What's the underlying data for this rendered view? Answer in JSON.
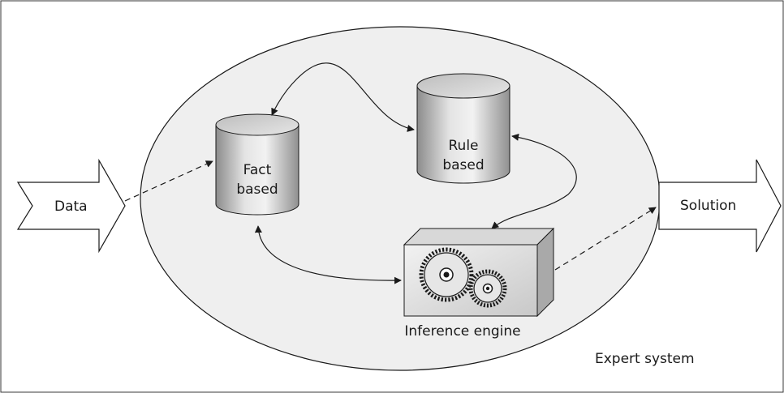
{
  "diagram": {
    "input_arrow": {
      "label": "Data"
    },
    "output_arrow": {
      "label": "Solution"
    },
    "fact_db": {
      "line1": "Fact",
      "line2": "based"
    },
    "rule_db": {
      "line1": "Rule",
      "line2": "based"
    },
    "engine": {
      "label": "Inference engine"
    },
    "system": {
      "label": "Expert system"
    }
  }
}
